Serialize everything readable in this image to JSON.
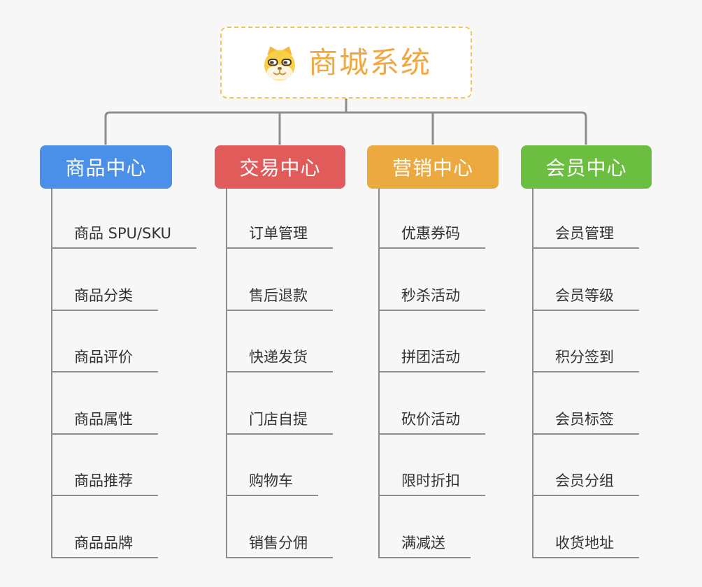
{
  "page": {
    "background_color": "#f7f7f7",
    "connector_color": "#8d8d8d",
    "leaf_text_color": "#333333"
  },
  "root": {
    "title": "商城系统",
    "icon": "doge-icon",
    "title_color": "#f0a843",
    "border_color": "#f6c35b"
  },
  "branches": [
    {
      "label": "商品中心",
      "color": "#4a8fe8",
      "children": [
        "商品 SPU/SKU",
        "商品分类",
        "商品评价",
        "商品属性",
        "商品推荐",
        "商品品牌"
      ]
    },
    {
      "label": "交易中心",
      "color": "#e25b5b",
      "children": [
        "订单管理",
        "售后退款",
        "快递发货",
        "门店自提",
        "购物车",
        "销售分佣"
      ]
    },
    {
      "label": "营销中心",
      "color": "#eba93f",
      "children": [
        "优惠券码",
        "秒杀活动",
        "拼团活动",
        "砍价活动",
        "限时折扣",
        "满减送"
      ]
    },
    {
      "label": "会员中心",
      "color": "#6cbe41",
      "children": [
        "会员管理",
        "会员等级",
        "积分签到",
        "会员标签",
        "会员分组",
        "收货地址"
      ]
    }
  ]
}
